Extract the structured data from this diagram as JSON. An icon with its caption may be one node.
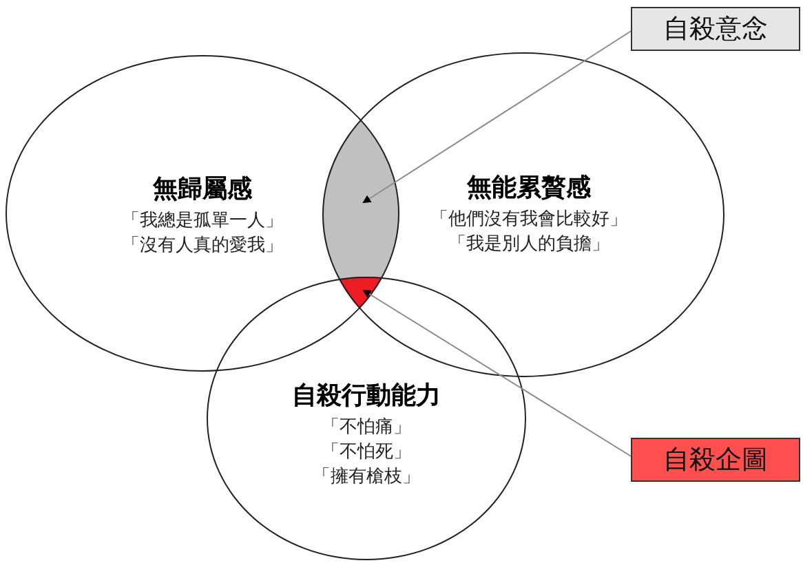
{
  "diagram": {
    "nodes": [
      {
        "text": [
          "自殺意念"
        ]
      },
      {
        "text": [
          "無歸屬感",
          "「我總是孤單一人」",
          "「沒有人真的愛我」"
        ]
      },
      {
        "text": [
          "無能累贅感",
          "「他們沒有我會比較好」",
          "「我是別人的負擔」"
        ]
      },
      {
        "text": [],
        "shape": "lens"
      },
      {
        "text": [],
        "shape": "triangle"
      },
      {
        "text": [
          "自殺行動能力",
          "「不怕痛」",
          "「不怕死」",
          "「擁有槍枝」"
        ]
      },
      {
        "text": [
          "自殺企圖"
        ]
      }
    ],
    "edges": [
      {
        "from": 0,
        "to": 3,
        "arrow": "to"
      },
      {
        "from": 6,
        "to": 4,
        "arrow": "to"
      }
    ]
  }
}
